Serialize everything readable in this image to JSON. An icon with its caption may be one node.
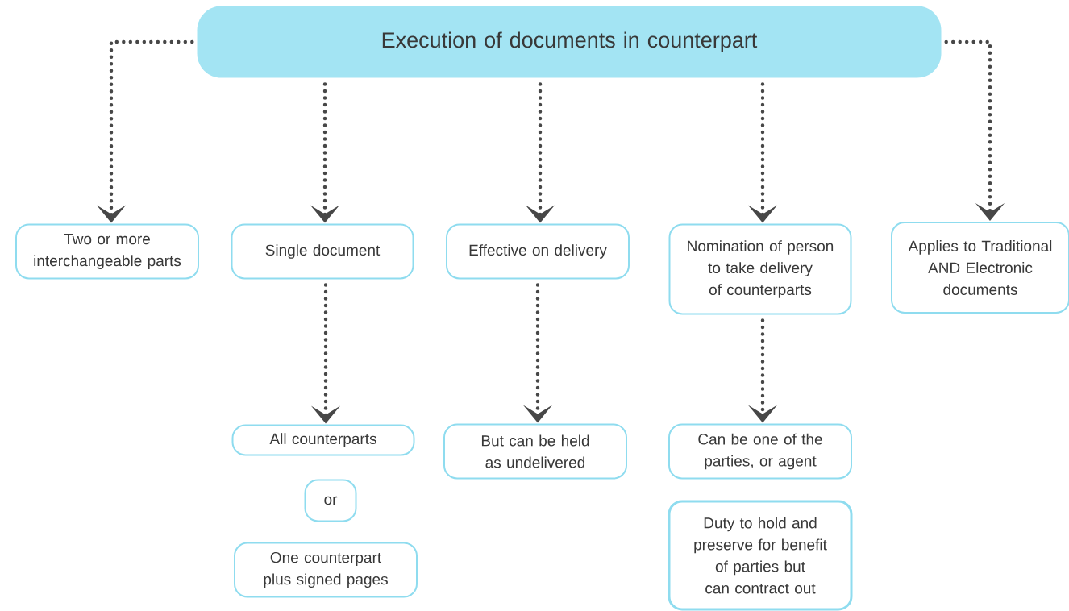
{
  "diagram": {
    "nodes": [
      {
        "text": [
          "Execution of documents in counterpart"
        ]
      },
      {
        "text": [
          "Two or more interchangeable parts"
        ]
      },
      {
        "text": [
          "Single document"
        ]
      },
      {
        "text": [
          "Effective on delivery"
        ]
      },
      {
        "text": [
          "Nomination of person to take delivery of counterparts"
        ]
      },
      {
        "text": [
          "Applies to Traditional AND Electronic documents"
        ]
      },
      {
        "text": [
          "All counterparts"
        ]
      },
      {
        "text": [
          "or"
        ]
      },
      {
        "text": [
          "One counterpart plus signed pages"
        ]
      },
      {
        "text": [
          "But can be held as undelivered"
        ]
      },
      {
        "text": [
          "Can be one of the parties, or agent"
        ]
      },
      {
        "text": [
          "Duty to hold and preserve for benefit of parties but can contract out"
        ]
      }
    ],
    "edges": [
      {
        "from": 0,
        "to": 1,
        "arrow": "to"
      },
      {
        "from": 0,
        "to": 2,
        "arrow": "to"
      },
      {
        "from": 0,
        "to": 3,
        "arrow": "to"
      },
      {
        "from": 0,
        "to": 4,
        "arrow": "to"
      },
      {
        "from": 0,
        "to": 5,
        "arrow": "to"
      },
      {
        "from": 2,
        "to": 6,
        "arrow": "to"
      },
      {
        "from": 3,
        "to": 9,
        "arrow": "to"
      },
      {
        "from": 4,
        "to": 10,
        "arrow": "to"
      }
    ]
  }
}
